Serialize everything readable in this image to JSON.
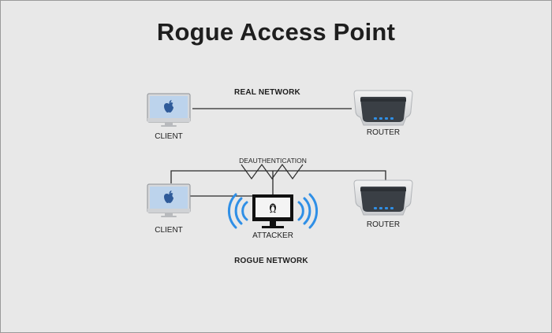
{
  "title": "Rogue Access Point",
  "real_network": {
    "label": "REAL NETWORK",
    "client_label": "CLIENT",
    "router_label": "ROUTER",
    "client_icon": "apple-icon",
    "router_icon": "router-icon"
  },
  "rogue_network": {
    "label": "ROGUE NETWORK",
    "client_label": "CLIENT",
    "router_label": "ROUTER",
    "attacker_label": "ATTACKER",
    "attack_label": "DEAUTHENTICATION",
    "attacker_icon": "linux-tux-icon",
    "signal_icon": "wifi-signal-icon"
  },
  "colors": {
    "background": "#e8e8e8",
    "monitor_screen": "#bcd3ec",
    "apple_logo": "#2e5a99",
    "monitor_body": "#d6d8db",
    "router_body": "#3a3f45",
    "router_leds": "#2f8fe6",
    "signal": "#2f8fe6",
    "line": "#2a2a2a"
  }
}
